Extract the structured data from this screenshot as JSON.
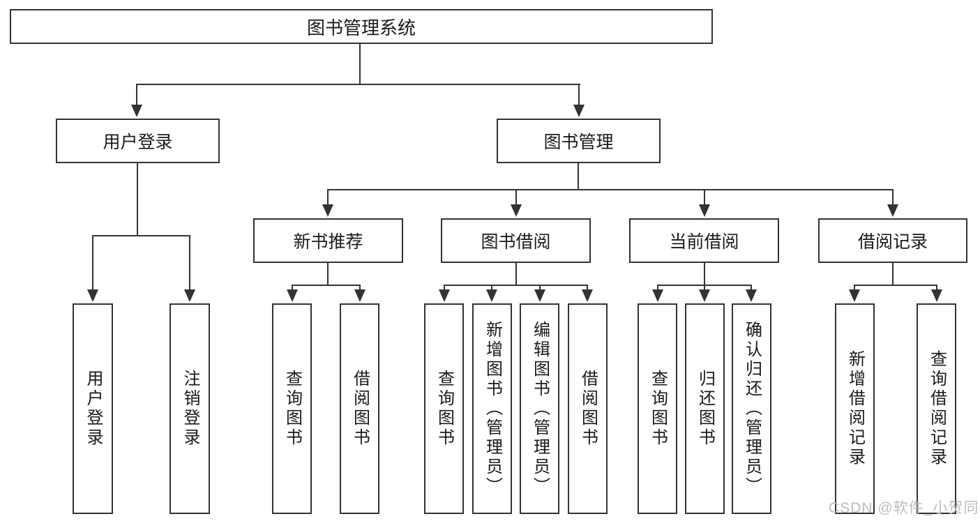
{
  "nodes": {
    "root": "图书管理系统",
    "level2": [
      "用户登录",
      "图书管理"
    ],
    "level3": [
      "新书推荐",
      "图书借阅",
      "当前借阅",
      "借阅记录"
    ]
  },
  "leaves": {
    "user_login": [
      "用户登录",
      "注销登录"
    ],
    "new_book_rec": [
      "查询图书",
      "借阅图书"
    ],
    "book_borrow": [
      "查询图书",
      "新增图书（管理员）",
      "编辑图书（管理员）",
      "借阅图书"
    ],
    "current_borrow": [
      "查询图书",
      "归还图书",
      "确认归还（管理员）"
    ],
    "borrow_records": [
      "新增借阅记录",
      "查询借阅记录"
    ]
  },
  "watermark": {
    "text": "CSDN @软件_小贺同学"
  },
  "colors": {
    "line": "#333333",
    "text": "#1a1a1a",
    "watermark": "#bdbdbd",
    "background": "#ffffff"
  }
}
